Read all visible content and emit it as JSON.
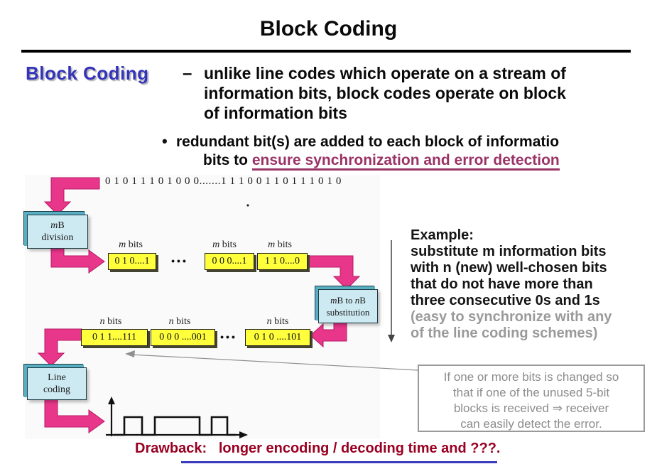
{
  "slide": {
    "title": "Block Coding",
    "term": "Block Coding",
    "dash": "–",
    "definition_lines": [
      "unlike line codes which operate on a stream of",
      "information bits, block codes operate on block",
      "of information bits"
    ],
    "bullet_marker": "•",
    "bullet_line1": "redundant bit(s) are added to each block of informatio",
    "bullet_line2_prefix": "bits to ",
    "bullet_line2_link": "ensure synchronization and error detection",
    "drawback": "Drawback:   longer encoding / decoding time and ???."
  },
  "stream": {
    "bits": "0 1 0 1 1 1 0 1 0 0 0.......1 1 1 0 0 1 1 0 1 1 1 0 1 0",
    "stray_dot": "."
  },
  "blocks": {
    "division_line1_italic": "m",
    "division_line1_rest": "B",
    "division_line2": "division",
    "sub_italic1": "m",
    "sub_mid": "B to ",
    "sub_italic2": "n",
    "sub_end": "B",
    "sub_line2": "substitution",
    "linecoding_line1": "Line",
    "linecoding_line2": "coding"
  },
  "bitlabels": {
    "m": "m",
    "n": "n",
    "bits": " bits"
  },
  "row1": {
    "ellipsis": "•••",
    "boxes": [
      "0 1 0....1",
      "0 0 0....1",
      "1 1 0....0"
    ]
  },
  "row2": {
    "ellipsis": "•••",
    "boxes": [
      "0 1 1....111",
      "0 0 0 ....001",
      "0 1 0 ....101"
    ]
  },
  "example": {
    "lines_black": [
      "Example:",
      "substitute m information bits",
      "with n (new) well-chosen bits",
      "that do not have more than",
      "three consecutive 0s and 1s"
    ],
    "lines_gray": [
      "(easy to synchronize with any",
      "of the line coding schemes)"
    ]
  },
  "note": {
    "lines": [
      "If one or more bits is changed so",
      "that if one of the unused 5-bit",
      "blocks is received ⇒ receiver",
      "can easily detect the error."
    ]
  },
  "colors": {
    "accent_pink": "#E8368A",
    "box_cyan": "#CDE9F2",
    "box_yellow": "#FFFF3C",
    "term_blue": "#3333BB",
    "link_purple": "#993366",
    "drawback_red": "#990022",
    "note_gray": "#8C8C8C",
    "footer_blue": "#3A3ABF"
  }
}
